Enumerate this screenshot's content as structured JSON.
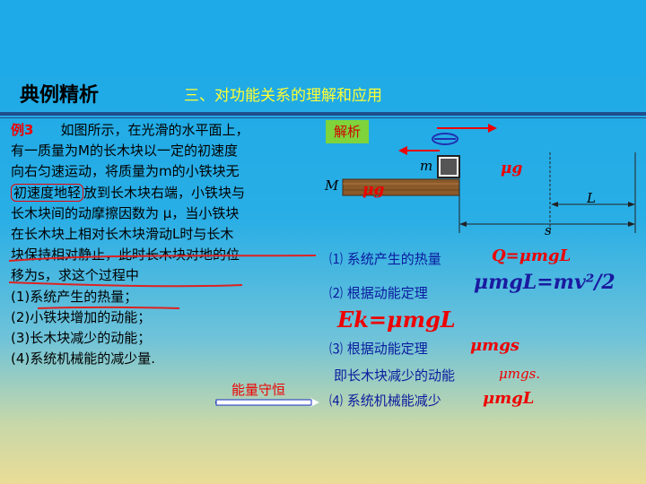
{
  "header": {
    "title": "典例精析",
    "subtitle": "三、对功能关系的理解和应用"
  },
  "problem": {
    "lines": [
      {
        "prefix": "例3",
        "text": "　　如图所示，在光滑的水平面上，"
      },
      {
        "text": "有一质量为M的长木块以一定的初速度"
      },
      {
        "text": "向右匀速运动，将质量为m的小铁块无"
      },
      {
        "circled": "初速度地轻",
        "text": "放到长木块右端，小铁块与"
      },
      {
        "text": "长木块间的动摩擦因数为 μ，当小铁块"
      },
      {
        "text": "在长木块上相对长木块滑动L时与长木"
      },
      {
        "text": "块保持相对静止，此时长木块对地的位"
      },
      {
        "text": "移为s，求这个过程中"
      },
      {
        "text": "(1)系统产生的热量；"
      },
      {
        "text": "(2)小铁块增加的动能；"
      },
      {
        "text": "(3)长木块减少的动能；"
      },
      {
        "text": "(4)系统机械能的减少量."
      }
    ],
    "arrow_note": "能量守恒"
  },
  "analysis": {
    "tag": "解析",
    "items": [
      {
        "label": "⑴ 系统产生的热量",
        "formula": "Q=μmgL"
      },
      {
        "label": "⑵ 根据动能定理",
        "formula": "μmgL=mv²/2"
      },
      {
        "formula_line": "Ek=μmgL"
      },
      {
        "label": "⑶ 根据动能定理",
        "formula": "μmgs"
      },
      {
        "label": "即长木块减少的动能",
        "formula": "μmgs."
      },
      {
        "label": "⑷ 系统机械能减少",
        "formula": "μmgL"
      }
    ]
  },
  "figure": {
    "label_m": "m",
    "label_M": "M",
    "label_L": "L",
    "label_s": "s",
    "force_label": "μg",
    "force_label2": "μg"
  },
  "colors": {
    "background": "#1aa8e6",
    "subtitle": "#ffff33",
    "answer_text": "#0a1b9e",
    "highlight": "#e00000",
    "tag_bg": "#7ed43a"
  }
}
